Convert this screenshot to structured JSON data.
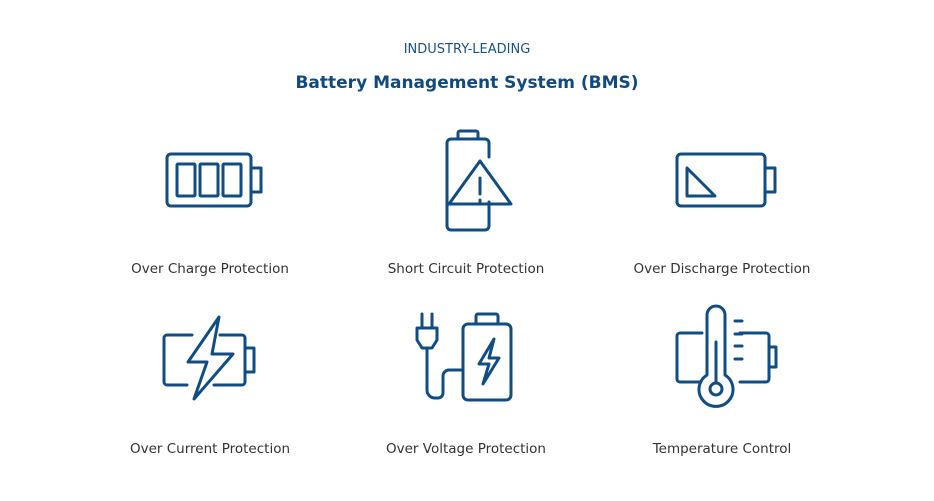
{
  "header": {
    "eyebrow": "INDUSTRY-LEADING",
    "title": "Battery Management System (BMS)"
  },
  "colors": {
    "accent": "#0f4d84",
    "text": "#333333"
  },
  "features": [
    {
      "icon": "full-battery-icon",
      "label": "Over Charge Protection"
    },
    {
      "icon": "battery-warning-icon",
      "label": "Short Circuit Protection"
    },
    {
      "icon": "low-battery-icon",
      "label": "Over Discharge Protection"
    },
    {
      "icon": "battery-lightning-icon",
      "label": "Over Current Protection"
    },
    {
      "icon": "plug-battery-icon",
      "label": "Over Voltage Protection"
    },
    {
      "icon": "thermometer-battery-icon",
      "label": "Temperature Control"
    }
  ]
}
